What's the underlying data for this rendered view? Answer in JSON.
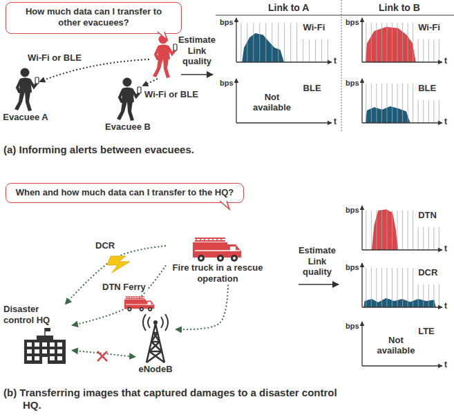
{
  "diagram": {
    "nodes": [
      {
        "text": [
          "How much data can I transfer to other evacuees?"
        ]
      },
      {
        "text": [
          "Evacuee A"
        ]
      },
      {
        "text": [
          "Evacuee B"
        ]
      },
      {
        "text": [
          "When and how much data can I transfer to the HQ?"
        ]
      },
      {
        "text": [
          "Fire truck in a rescue operation"
        ]
      },
      {
        "text": [
          "Disaster control HQ"
        ]
      },
      {
        "text": [
          "eNodeB"
        ]
      }
    ],
    "edges": [
      {
        "from": 4,
        "to": 5,
        "arrow": "to",
        "label": "DCR"
      },
      {
        "from": 4,
        "to": 5,
        "arrow": "to",
        "label": "DTN Ferry"
      },
      {
        "from": 4,
        "to": 6,
        "arrow": "to"
      },
      {
        "from": 5,
        "to": 6,
        "arrow": "both"
      }
    ],
    "labels": [
      "Wi-Fi or BLE",
      "Wi-Fi or BLE",
      "Estimate Link quality",
      "Link to A",
      "Link to B",
      "bps",
      "Wi-Fi",
      "t",
      "bps",
      "Not available",
      "BLE",
      "t",
      "bps",
      "Wi-Fi",
      "t",
      "bps",
      "BLE",
      "t",
      "(a) Informing alerts between evacuees.",
      "Estimate Link quality",
      "bps",
      "DTN",
      "t",
      "bps",
      "DCR",
      "t",
      "bps",
      "Not available",
      "LTE",
      "t",
      "(b) Transferring images that captured damages to a disaster control HQ."
    ]
  }
}
